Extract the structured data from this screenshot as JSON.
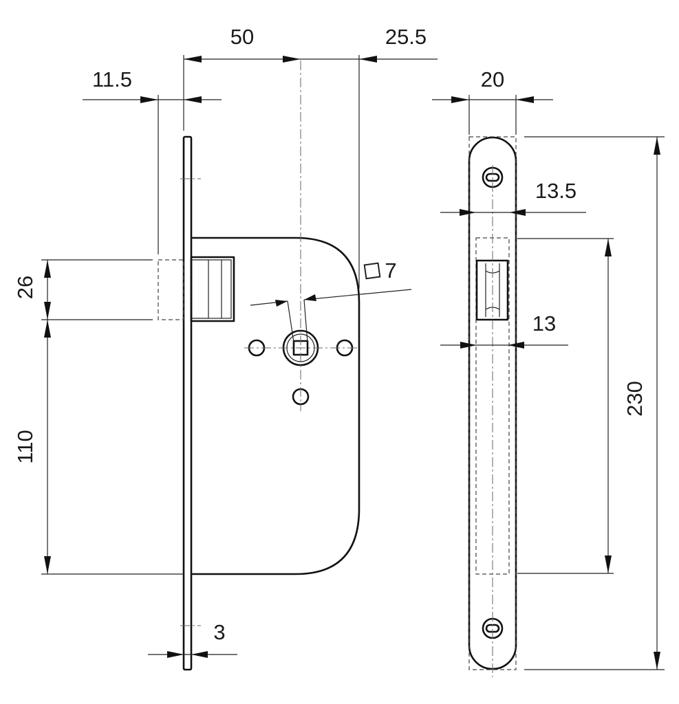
{
  "dimensions": {
    "d_50": "50",
    "d_25_5": "25.5",
    "d_11_5": "11.5",
    "d_20": "20",
    "d_13_5": "13.5",
    "d_26": "26",
    "d_7": "7",
    "d_13": "13",
    "d_110": "110",
    "d_230": "230",
    "d_3": "3"
  }
}
